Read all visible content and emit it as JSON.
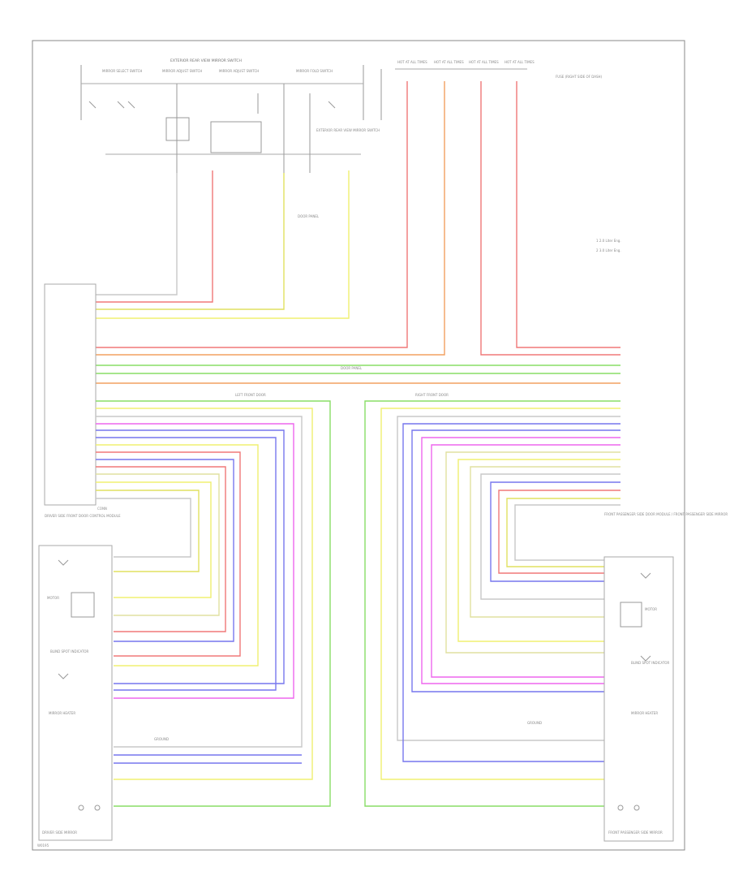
{
  "diagram_footer_code": "W0195",
  "legend": {
    "items": [
      "1   2.0 Liter Eng.",
      "2   3.0 Liter Eng."
    ]
  },
  "top_header": "EXTERIOR REAR VIEW MIRROR SWITCH",
  "fuse_labels": [
    "HOT AT ALL TIMES",
    "HOT AT ALL TIMES",
    "HOT AT ALL TIMES",
    "HOT AT ALL TIMES"
  ],
  "fuse_box": "FUSE (RIGHT SIDE OF DASH)",
  "switches": [
    "MIRROR SELECT SWITCH",
    "MIRROR ADJUST SWITCH",
    "MIRROR ADJUST SWITCH",
    "MIRROR FOLD SWITCH"
  ],
  "left_module": {
    "name": "DRIVER SIDE FRONT DOOR CONTROL MODULE",
    "connector": "CONN"
  },
  "right_module": {
    "name": "FRONT PASSENGER SIDE DOOR MODULE / FRONT PASSENGER SIDE MIRROR"
  },
  "left_mirror": {
    "name": "DRIVER SIDE MIRROR",
    "heater": "MIRROR HEATER",
    "motor": "MOTOR",
    "turn_signal": "BLIND SPOT INDICATOR",
    "ground": "GROUND"
  },
  "right_mirror": {
    "name": "FRONT PASSENGER SIDE MIRROR",
    "heater": "MIRROR HEATER",
    "motor": "MOTOR",
    "turn_signal": "BLIND SPOT INDICATOR",
    "ground": "GROUND"
  },
  "splices": [
    "DOOR PANEL",
    "DOOR PANEL",
    "LEFT FRONT DOOR",
    "RIGHT FRONT DOOR"
  ],
  "colors": {
    "red": "#f07878",
    "orange": "#f2a060",
    "green": "#88dd66",
    "yellow": "#f0f070",
    "violet": "#7777ee",
    "magenta": "#ee66ee",
    "grey": "#b4b4b4",
    "border": "#888888"
  }
}
